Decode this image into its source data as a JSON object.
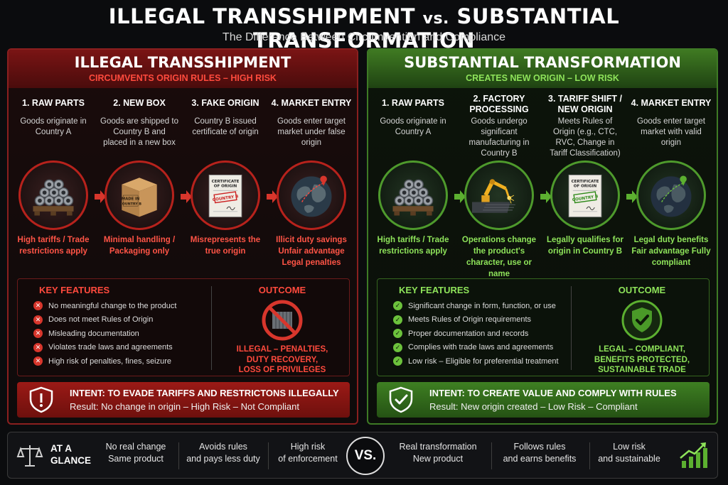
{
  "header": {
    "title_left": "ILLEGAL TRANSSHIPMENT",
    "title_vs": "vs.",
    "title_right": "SUBSTANTIAL TRANSFORMATION",
    "subtitle": "The Difference Between Circumvention and Compliance"
  },
  "left": {
    "title": "ILLEGAL TRANSSHIPMENT",
    "subtitle": "CIRCUMVENTS ORIGIN RULES – HIGH RISK",
    "steps": [
      {
        "title": "1. RAW PARTS",
        "desc": "Goods originate in Country A",
        "result": "High tariffs / Trade restrictions apply",
        "icon": "steel-pipes-icon"
      },
      {
        "title": "2. NEW BOX",
        "desc": "Goods are shipped to Country B and placed in a new box",
        "result": "Minimal handling / Packaging only",
        "icon": "cardboard-box-icon",
        "box_text": "MADE IN COUNTRY B"
      },
      {
        "title": "3. FAKE ORIGIN",
        "desc": "Country B issued certificate of origin",
        "result": "Misrepresents the true origin",
        "icon": "certificate-icon",
        "cert_title": "CERTIFICATE OF ORIGIN",
        "cert_stamp": "COUNTRY B"
      },
      {
        "title": "4. MARKET ENTRY",
        "desc": "Goods enter target market under false origin",
        "result": "Illicit duty savings Unfair advantage Legal penalties",
        "icon": "globe-icon"
      }
    ],
    "features_title": "KEY FEATURES",
    "features": [
      "No meaningful change to the product",
      "Does not meet Rules of Origin",
      "Misleading documentation",
      "Violates trade laws and agreements",
      "High risk of penalties, fines, seizure"
    ],
    "outcome_title": "OUTCOME",
    "outcome_lines": [
      "ILLEGAL – PENALTIES,",
      "DUTY RECOVERY,",
      "LOSS OF PRIVILEGES"
    ],
    "intent_title": "INTENT: TO EVADE TARIFFS AND RESTRICTONS ILLEGALLY",
    "intent_sub": "Result: No change in origin – High Risk – Not Compliant"
  },
  "right": {
    "title": "SUBSTANTIAL TRANSFORMATION",
    "subtitle": "CREATES NEW ORIGIN – LOW RISK",
    "steps": [
      {
        "title": "1. RAW PARTS",
        "desc": "Goods originate in Country A",
        "result": "High tariffs / Trade restrictions apply",
        "icon": "steel-pipes-icon"
      },
      {
        "title": "2. FACTORY PROCESSING",
        "desc": "Goods undergo significant manufacturing in Country B",
        "result": "Operations change the product's character, use or name",
        "icon": "robot-arm-icon"
      },
      {
        "title": "3. TARIFF SHIFT / NEW ORIGIN",
        "desc": "Meets Rules of Origin (e.g., CTC, RVC, Change in Tariff Classification)",
        "result": "Legally qualifies for origin in Country B",
        "icon": "certificate-icon",
        "cert_title": "CERTIFICATE OF ORIGIN",
        "cert_stamp": "COUNTRY B"
      },
      {
        "title": "4. MARKET ENTRY",
        "desc": "Goods enter target market with valid origin",
        "result": "Legal duty benefits Fair advantage Fully compliant",
        "icon": "globe-icon"
      }
    ],
    "features_title": "KEY FEATURES",
    "features": [
      "Significant change in form, function, or use",
      "Meets Rules of Origin requirements",
      "Proper documentation and records",
      "Complies with trade laws and agreements",
      "Low risk – Eligible for preferential treatment"
    ],
    "outcome_title": "OUTCOME",
    "outcome_lines": [
      "LEGAL – COMPLIANT,",
      "BENEFITS PROTECTED,",
      "SUSTAINABLE TRADE"
    ],
    "intent_title": "INTENT: TO CREATE VALUE AND COMPLY WITH RULES",
    "intent_sub": "Result: New origin created – Low Risk – Compliant"
  },
  "glance": {
    "heading": "AT A GLANCE",
    "vs": "VS.",
    "left_items": [
      [
        "No real change",
        "Same product"
      ],
      [
        "Avoids rules",
        "and pays less duty"
      ],
      [
        "High risk",
        "of enforcement"
      ]
    ],
    "right_items": [
      [
        "Real transformation",
        "New product"
      ],
      [
        "Follows rules",
        "and earns benefits"
      ],
      [
        "Low risk",
        "and sustainable"
      ]
    ]
  },
  "colors": {
    "red_accent": "#ff4a3d",
    "green_accent": "#8ee35a",
    "red_panel": "#8a1f1f",
    "green_panel": "#3e7a25"
  }
}
